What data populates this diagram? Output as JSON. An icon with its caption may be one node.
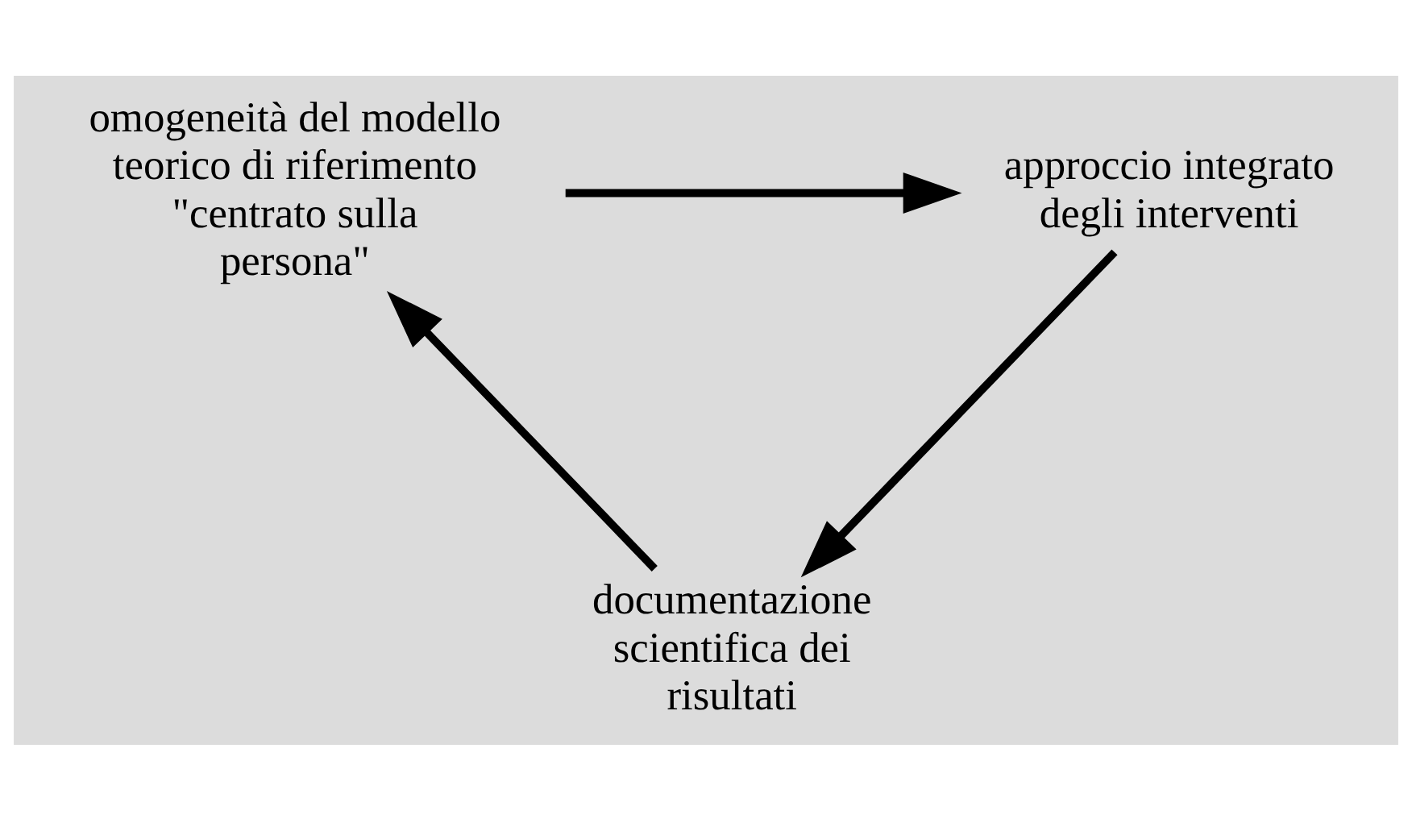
{
  "diagram": {
    "nodes": [
      {
        "text": [
          "omogeneità del modello teorico di riferimento \"centrato sulla persona\""
        ]
      },
      {
        "text": [
          "approccio integrato degli interventi"
        ]
      },
      {
        "text": [
          "documentazione scientifica dei risultati"
        ]
      }
    ],
    "edges": [
      {
        "from": 0,
        "to": 1,
        "arrow": "to"
      },
      {
        "from": 1,
        "to": 2,
        "arrow": "to"
      },
      {
        "from": 2,
        "to": 0,
        "arrow": "to"
      }
    ]
  }
}
